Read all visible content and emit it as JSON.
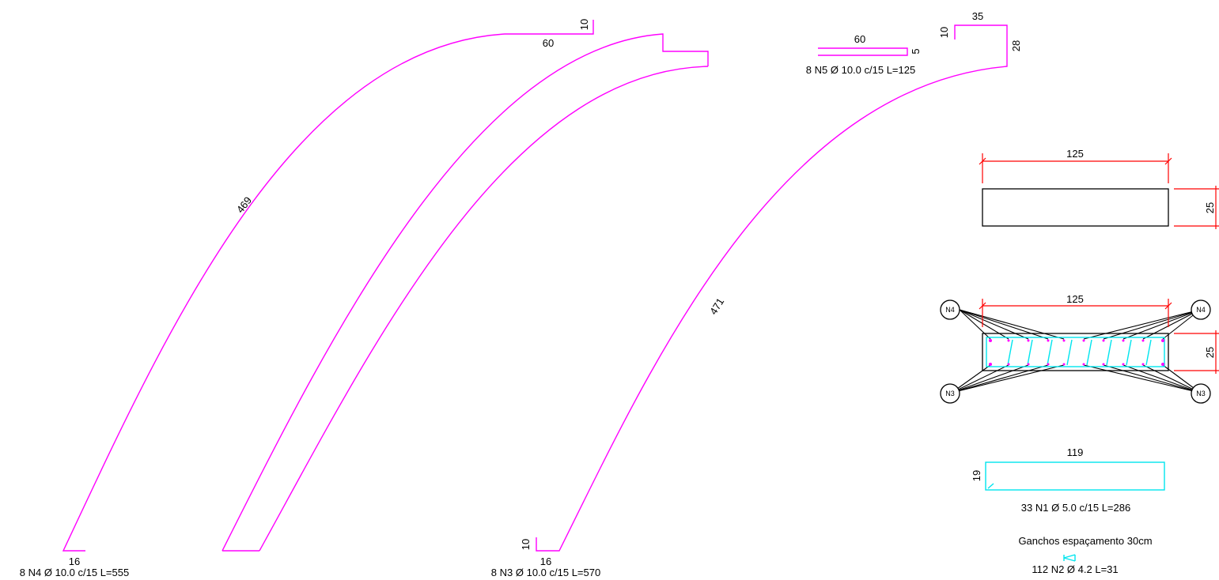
{
  "bars": {
    "n4": {
      "label": "8 N4 Ø 10.0 c/15 L=555",
      "dim_hook": "10",
      "dim_top": "60",
      "dim_arc": "469",
      "dim_bottom": "16"
    },
    "n3": {
      "label": "8 N3 Ø 10.0 c/15 L=570",
      "dim_hook_top": "10",
      "dim_top": "35",
      "dim_right": "28",
      "dim_arc": "471",
      "dim_hook_bottom": "10",
      "dim_bottom": "16"
    },
    "n5": {
      "label": "8 N5 Ø 10.0 c/15 L=125",
      "dim_length": "60",
      "dim_hook": "5"
    },
    "n1": {
      "label": "33 N1 Ø 5.0 c/15 L=286",
      "dim_width": "119",
      "dim_height": "19"
    },
    "n2": {
      "note": "Ganchos espaçamento 30cm",
      "label": "112 N2 Ø 4.2  L=31"
    }
  },
  "section_plain": {
    "width": "125",
    "height": "25"
  },
  "section_detail": {
    "width": "125",
    "height": "25",
    "node_top_left": "N4",
    "node_top_right": "N4",
    "node_bottom_left": "N3",
    "node_bottom_right": "N3"
  },
  "colors": {
    "top_bars": "#ff00ff",
    "stirrups": "#00e5ee",
    "dimensions": "#ff0000",
    "outline": "#000000"
  }
}
